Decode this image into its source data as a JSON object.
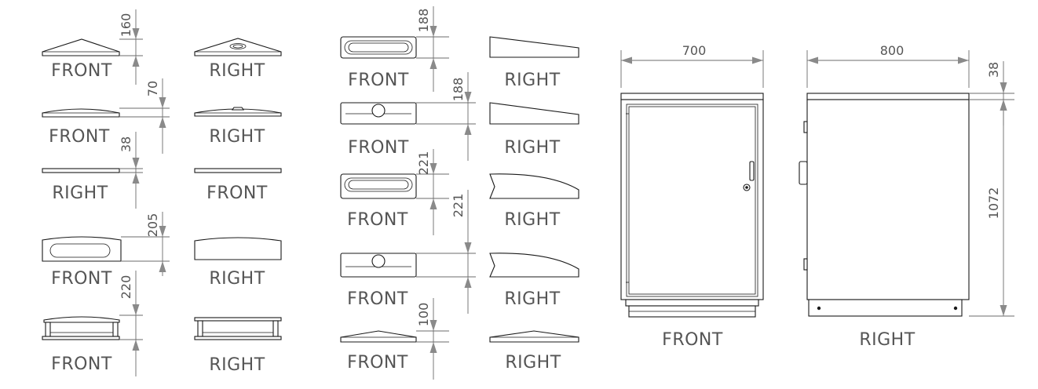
{
  "view_labels": {
    "front": "FRONT",
    "right": "RIGHT"
  },
  "dimensions": {
    "roof_pyramid_height": "160",
    "roof_flat_curve_height": "70",
    "roof_plate_height": "38",
    "roof_oval_height": "205",
    "roof_frame_height": "220",
    "slope_oval_height": "188",
    "slope_round_height": "188",
    "curve_oval_height": "221",
    "curve_round_height": "221",
    "low_pyramid_height": "100",
    "cabinet_width": "700",
    "cabinet_depth": "800",
    "cabinet_roof_thickness": "38",
    "cabinet_height": "1072"
  }
}
